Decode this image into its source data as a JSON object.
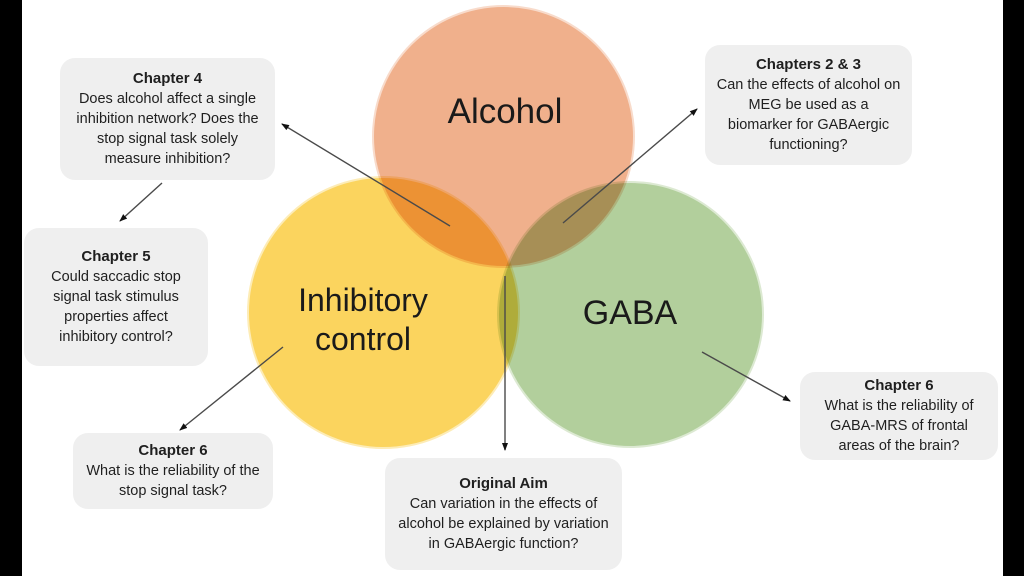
{
  "meta": {
    "background_color": "#ffffff",
    "letterbox_color": "#000000",
    "callout_fill_color": "#efefef",
    "text_color": "#1f1f1f",
    "arrow_color": "#4a4a4a"
  },
  "venn": {
    "alcohol": {
      "label": "Alcohol",
      "color": "#f0b08c"
    },
    "inhibitory": {
      "label": "Inhibitory\ncontrol",
      "color": "#fbd45e"
    },
    "gaba": {
      "label": "GABA",
      "color": "#b2cf9c"
    }
  },
  "callouts": {
    "chapter4": {
      "title": "Chapter 4",
      "body": "Does alcohol affect a single inhibition network? Does the stop signal task solely measure inhibition?"
    },
    "chapter5": {
      "title": "Chapter 5",
      "body": "Could saccadic stop signal task stimulus properties affect inhibitory control?"
    },
    "chapter6_left": {
      "title": "Chapter 6",
      "body": "What is the reliability of the stop signal task?"
    },
    "original_aim": {
      "title": "Original Aim",
      "body": "Can variation in the effects of alcohol be explained by variation in GABAergic function?"
    },
    "chapters_2_3": {
      "title": "Chapters 2 & 3",
      "body": "Can the effects of alcohol on MEG be used as a biomarker for GABAergic functioning?"
    },
    "chapter6_right": {
      "title": "Chapter 6",
      "body": "What is the reliability of GABA-MRS of frontal areas of the brain?"
    }
  }
}
